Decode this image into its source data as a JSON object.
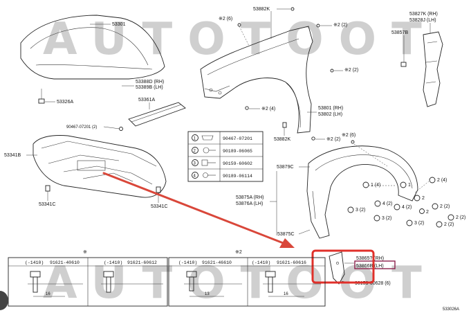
{
  "watermark": "AUTOTOOT",
  "figure_code": "533026A",
  "colors": {
    "arrow": "#d9473a",
    "highlight_box": "#e0302a",
    "highlight_label_box": "#8a1f4a"
  },
  "callouts": {
    "hood": "53301",
    "hood_cushion": "53326A",
    "seal_rh": "53388D (RH)",
    "seal_lh": "53389B (LH)",
    "seal_strip": "53361A",
    "clip_top": "90467-07201 (2)",
    "under_cover": "53341B",
    "under_cover_clip_l": "53341C",
    "under_cover_clip_r": "53341C",
    "fender_bolt_top": "53882K",
    "fender_bolt_qty6": "※2 (6)",
    "fender_bolt_qty2a": "※2 (2)",
    "fender_bolt_qty2b": "※2 (2)",
    "fender_bolt_qty4": "※2 (4)",
    "fender_rh": "53801 (RH)",
    "fender_lh": "53802 (LH)",
    "fender_bolt_bottom": "53882K",
    "fender_bolt_qty2c": "※2 (2)",
    "bracket_rh": "53827K (RH)",
    "bracket_lh": "53828J (LH)",
    "bracket_clip": "53857B",
    "liner_bolt_qty6": "※2 (6)",
    "liner_top": "53879C",
    "liner_rh": "53875A (RH)",
    "liner_lh": "53876A (LH)",
    "liner_bottom": "53875C",
    "seal_piece_rh": "53865? (RH)",
    "seal_piece_lh": "53866B (LH)",
    "seal_piece_bolt": "90159-60628 (6)",
    "liner_circle_1": "1 (4)",
    "liner_circle_2a": "2 (4)",
    "liner_circle_4": "4 (2)",
    "liner_circle_3a": "3 (2)",
    "liner_circle_2b": "2",
    "liner_circle_2c": "2 (2)",
    "liner_circle_4b": "4 (2)",
    "liner_circle_3b": "3 (2)",
    "liner_circle_2d": "2 (2)",
    "liner_circle_3c": "3 (2)",
    "liner_circle_2e": "2 (2)",
    "liner_circle_1b": "1",
    "liner_circle_2f": "2"
  },
  "legend": [
    {
      "num": "1",
      "part": "90467-07201"
    },
    {
      "num": "2",
      "part": "90189-06065"
    },
    {
      "num": "3",
      "part": "90159-60602"
    },
    {
      "num": "4",
      "part": "90189-06114"
    }
  ],
  "fasteners": {
    "group1_mark": "※",
    "group2_mark": "※2",
    "items": [
      {
        "code": "(-1410)",
        "part": "91621-40610",
        "dim": "16"
      },
      {
        "code": "(-1410)",
        "part": "91621-60612",
        "dim": ""
      },
      {
        "code": "(-1410)",
        "part": "91621-46610",
        "dim": "13"
      },
      {
        "code": "(-1410)",
        "part": "91621-60616",
        "dim": "16"
      }
    ]
  }
}
